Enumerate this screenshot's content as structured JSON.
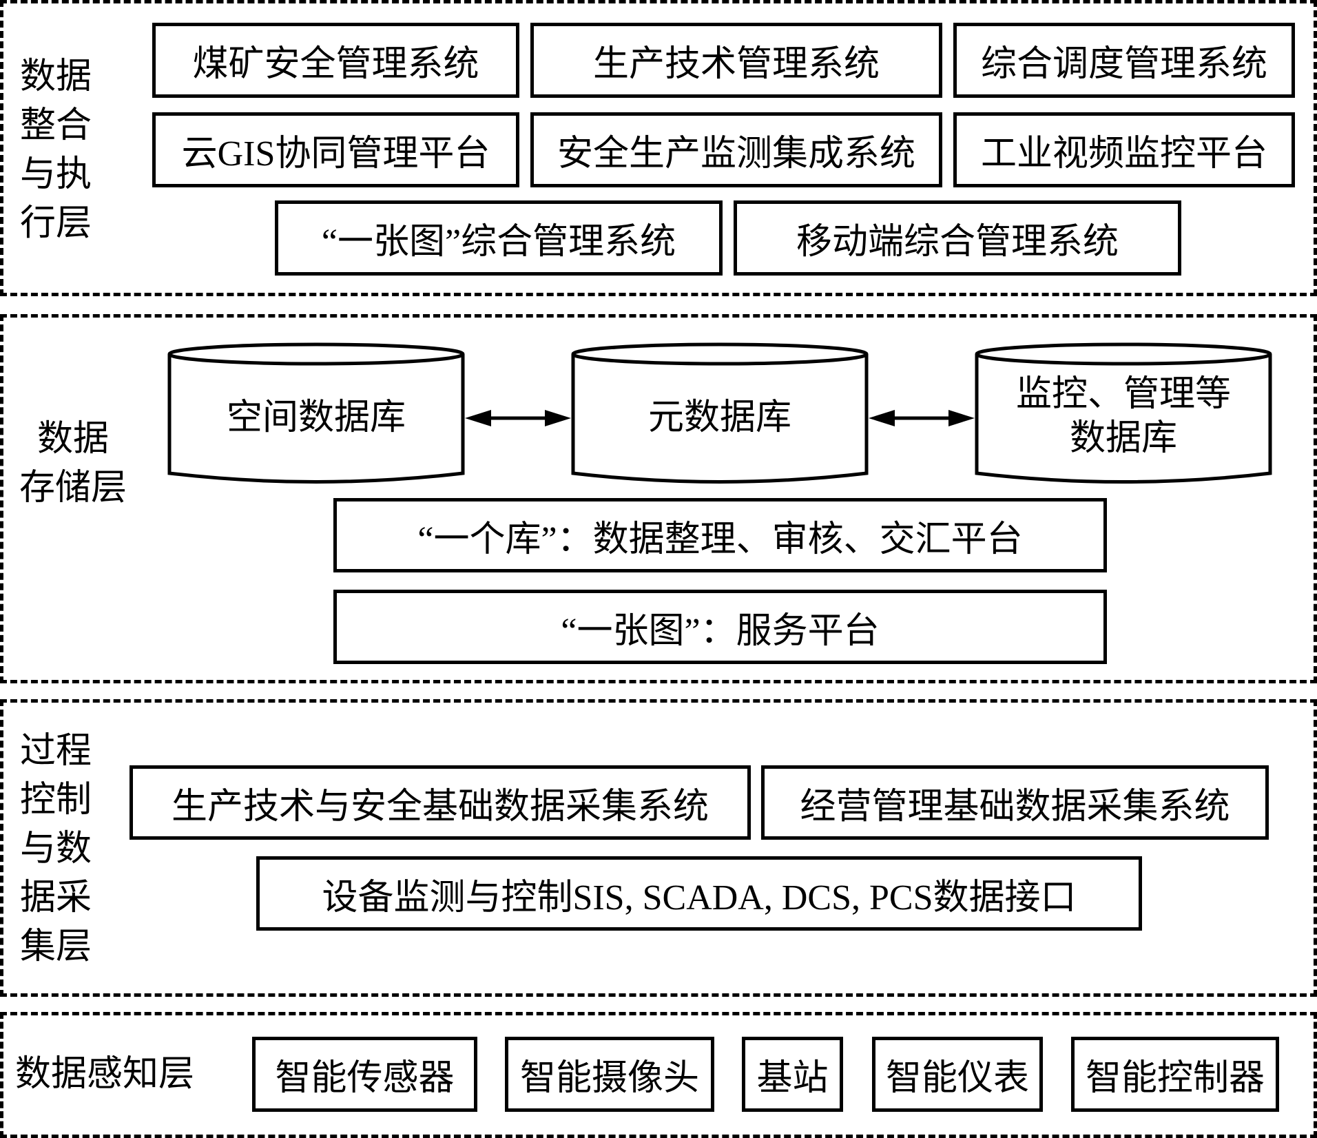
{
  "layers": {
    "integration": {
      "label": "数据\n整合\n与执\n行层",
      "row1": [
        "煤矿安全管理系统",
        "生产技术管理系统",
        "综合调度管理系统"
      ],
      "row2": [
        "云GIS协同管理平台",
        "安全生产监测集成系统",
        "工业视频监控平台"
      ],
      "row3": [
        "“一张图”综合管理系统",
        "移动端综合管理系统"
      ]
    },
    "storage": {
      "label": "数据\n存储层",
      "databases": [
        "空间数据库",
        "元数据库",
        "监控、管理等\n数据库"
      ],
      "connectors": [
        "bidirectional-arrow",
        "bidirectional-arrow"
      ],
      "platforms": [
        "“一个库”：数据整理、审核、交汇平台",
        "“一张图”：服务平台"
      ]
    },
    "acquisition": {
      "label": "过程\n控制\n与数\n据采\n集层",
      "row1": [
        "生产技术与安全基础数据采集系统",
        "经营管理基础数据采集系统"
      ],
      "row2": [
        "设备监测与控制SIS, SCADA, DCS, PCS数据接口"
      ]
    },
    "perception": {
      "label": "数据感知层",
      "devices": [
        "智能传感器",
        "智能摄像头",
        "基站",
        "智能仪表",
        "智能控制器"
      ]
    }
  }
}
